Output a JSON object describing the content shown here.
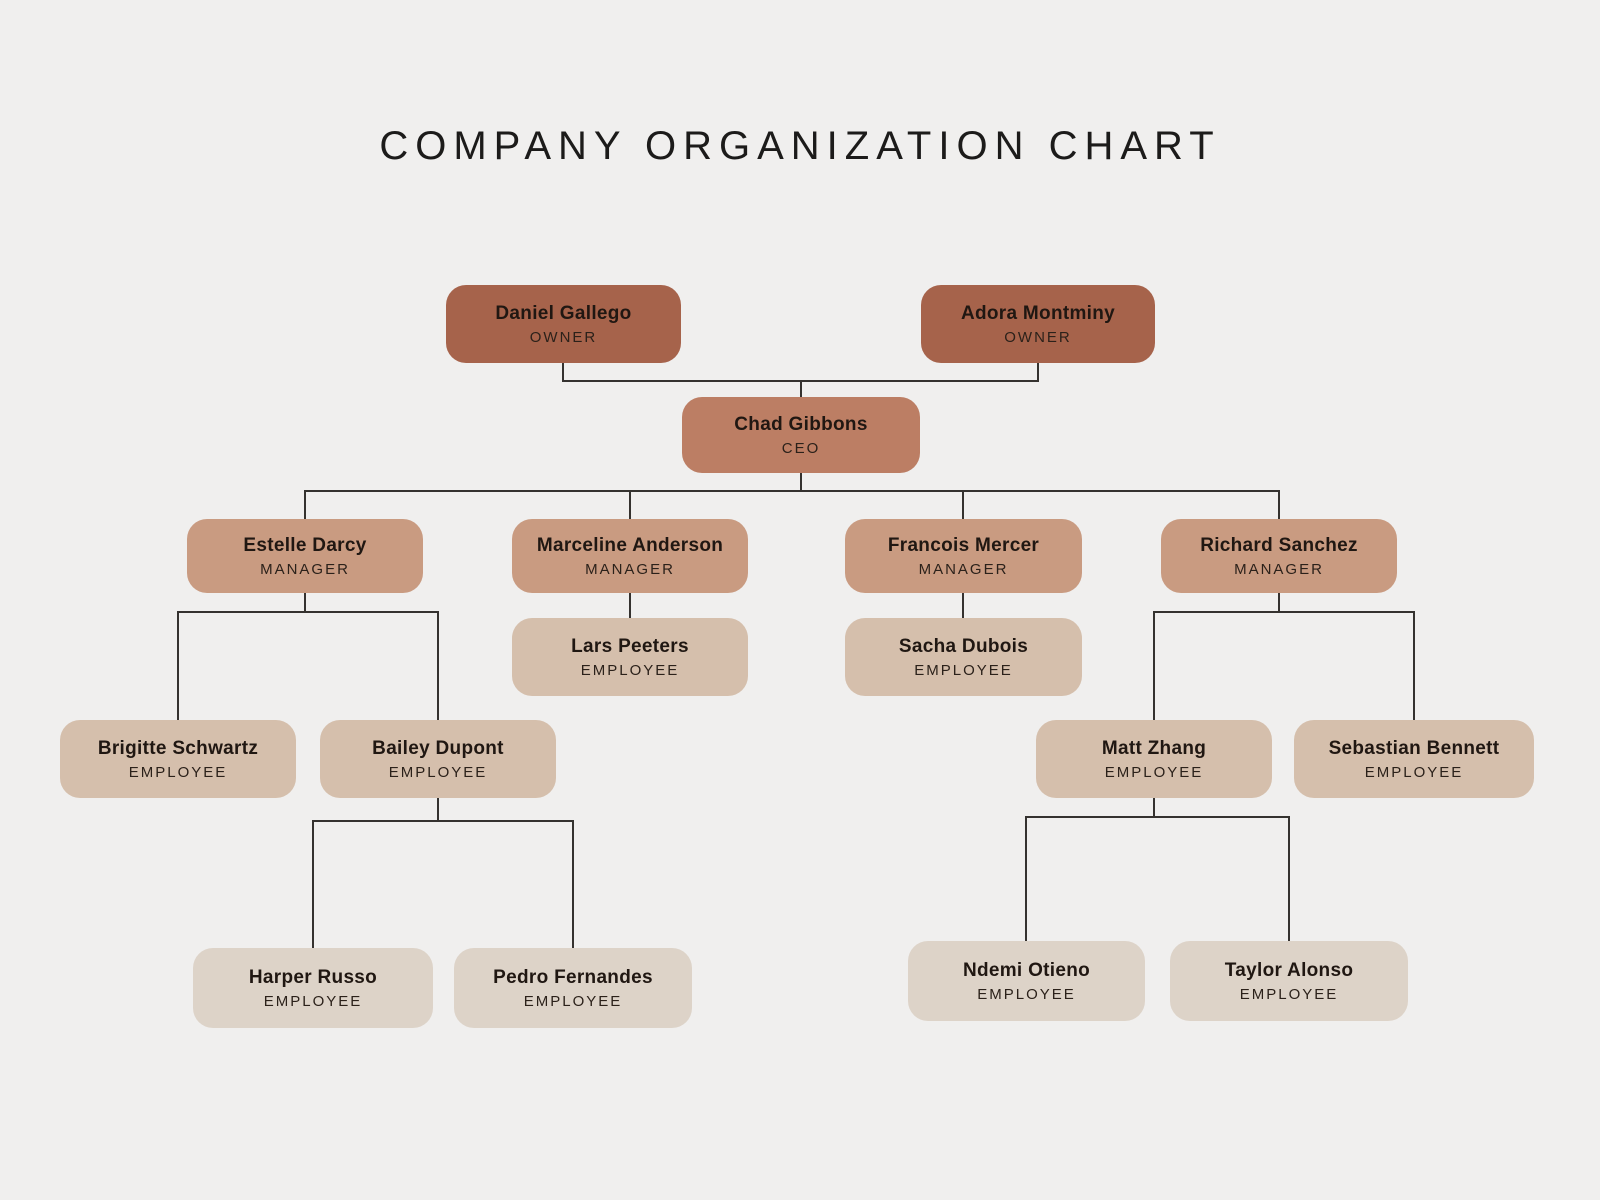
{
  "title": "COMPANY ORGANIZATION CHART",
  "palette": {
    "background": "#F0EFEE",
    "owner_box": "#A6634B",
    "ceo_box": "#BC7E64",
    "manager_box": "#C99B81",
    "employee_box": "#D5BFAC",
    "employee_bottom_box": "#DDD3C8",
    "connector_line": "#35322F",
    "text": "#201712"
  },
  "nodes": {
    "daniel": {
      "name": "Daniel Gallego",
      "role": "OWNER"
    },
    "adora": {
      "name": "Adora Montminy",
      "role": "OWNER"
    },
    "chad": {
      "name": "Chad Gibbons",
      "role": "CEO"
    },
    "estelle": {
      "name": "Estelle Darcy",
      "role": "MANAGER"
    },
    "marceline": {
      "name": "Marceline Anderson",
      "role": "MANAGER"
    },
    "francois": {
      "name": "Francois Mercer",
      "role": "MANAGER"
    },
    "richard": {
      "name": "Richard Sanchez",
      "role": "MANAGER"
    },
    "lars": {
      "name": "Lars Peeters",
      "role": "EMPLOYEE"
    },
    "sacha": {
      "name": "Sacha Dubois",
      "role": "EMPLOYEE"
    },
    "brigitte": {
      "name": "Brigitte Schwartz",
      "role": "EMPLOYEE"
    },
    "bailey": {
      "name": "Bailey Dupont",
      "role": "EMPLOYEE"
    },
    "matt": {
      "name": "Matt Zhang",
      "role": "EMPLOYEE"
    },
    "sebastian": {
      "name": "Sebastian Bennett",
      "role": "EMPLOYEE"
    },
    "harper": {
      "name": "Harper Russo",
      "role": "EMPLOYEE"
    },
    "pedro": {
      "name": "Pedro Fernandes",
      "role": "EMPLOYEE"
    },
    "ndemi": {
      "name": "Ndemi Otieno",
      "role": "EMPLOYEE"
    },
    "taylor": {
      "name": "Taylor Alonso",
      "role": "EMPLOYEE"
    }
  },
  "edges": [
    [
      "daniel",
      "chad"
    ],
    [
      "adora",
      "chad"
    ],
    [
      "chad",
      "estelle"
    ],
    [
      "chad",
      "marceline"
    ],
    [
      "chad",
      "francois"
    ],
    [
      "chad",
      "richard"
    ],
    [
      "estelle",
      "brigitte"
    ],
    [
      "estelle",
      "bailey"
    ],
    [
      "marceline",
      "lars"
    ],
    [
      "francois",
      "sacha"
    ],
    [
      "richard",
      "matt"
    ],
    [
      "richard",
      "sebastian"
    ],
    [
      "bailey",
      "harper"
    ],
    [
      "bailey",
      "pedro"
    ],
    [
      "matt",
      "ndemi"
    ],
    [
      "matt",
      "taylor"
    ]
  ]
}
